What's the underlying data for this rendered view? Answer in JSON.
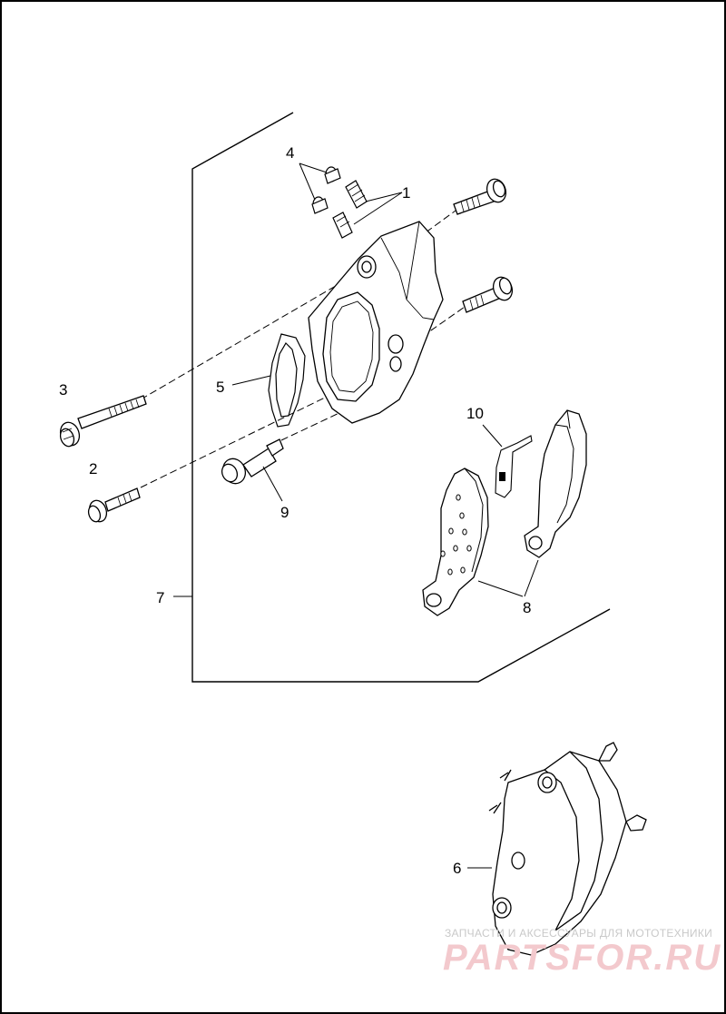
{
  "callouts": {
    "c1": "1",
    "c2": "2",
    "c3": "3",
    "c4": "4",
    "c5": "5",
    "c6": "6",
    "c7": "7",
    "c8": "8",
    "c9": "9",
    "c10": "10"
  },
  "watermark": {
    "tagline": "ЗАПЧАСТИ И АКСЕССУАРЫ ДЛЯ МОТОТЕХНИКИ",
    "site": "PARTSFOR.RU"
  },
  "colors": {
    "line": "#000000",
    "watermark_text": "#c9c9c9",
    "watermark_logo": "#f3c9cd"
  }
}
